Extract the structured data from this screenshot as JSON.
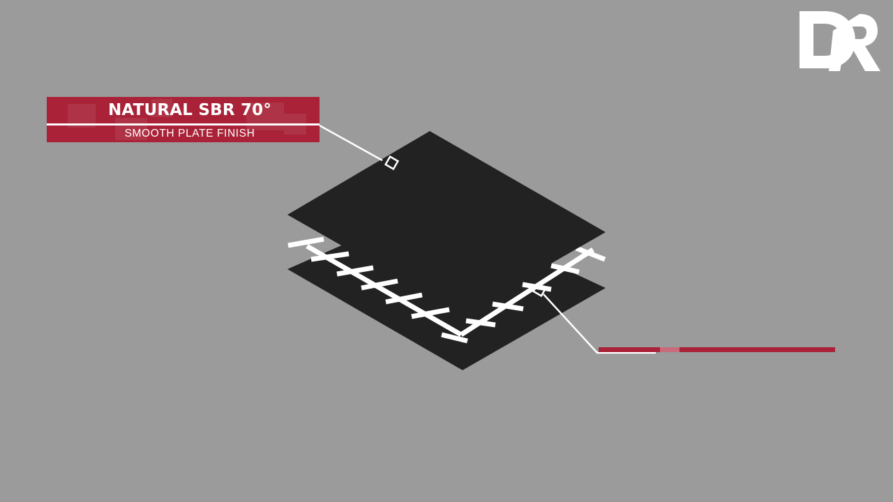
{
  "label_top": {
    "title": "NATURAL SBR 70°",
    "subtitle": "SMOOTH PLATE FINISH"
  },
  "label_bottom": {
    "title": "",
    "subtitle": ""
  },
  "logo": {
    "text": "DR"
  },
  "colors": {
    "background": "#9b9b9b",
    "sheet": "#222222",
    "accent": "#a92237",
    "line": "#ffffff"
  }
}
